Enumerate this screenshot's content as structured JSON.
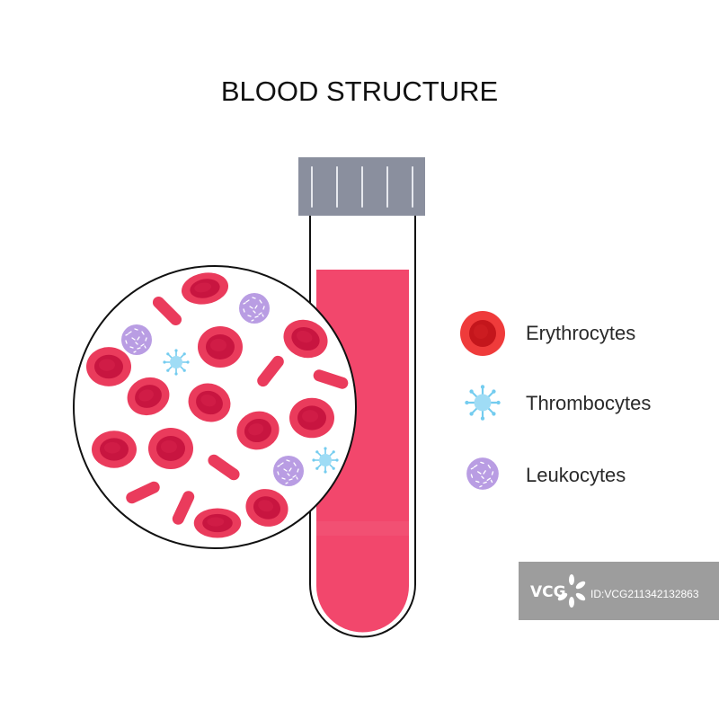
{
  "title": "BLOOD STRUCTURE",
  "legend": [
    {
      "label": "Erythrocytes",
      "icon": "erythrocyte-icon"
    },
    {
      "label": "Thrombocytes",
      "icon": "thrombocyte-icon"
    },
    {
      "label": "Leukocytes",
      "icon": "leukocyte-icon"
    }
  ],
  "colors": {
    "blood": "#f2476c",
    "erythrocyte_outer": "#ea3b5c",
    "erythrocyte_inner": "#c81540",
    "legend_erythrocyte_outer": "#ef3b3b",
    "legend_erythrocyte_inner": "#c4161c",
    "leukocyte": "#b99de3",
    "thrombocyte": "#9fdcf5",
    "thrombocyte_spike": "#74ccef",
    "cap": "#8a8f9e"
  },
  "watermark": {
    "logo_text": "VCG",
    "id_text": "ID:VCG211342132863"
  }
}
